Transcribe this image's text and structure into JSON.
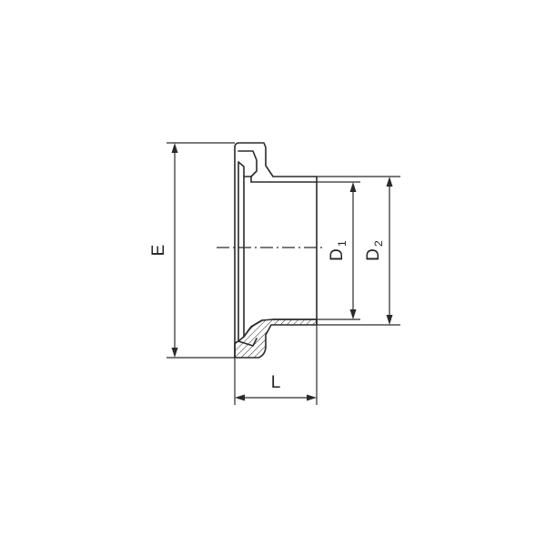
{
  "labels": {
    "E": "E",
    "D1_main": "D",
    "D1_sub": "1",
    "D2_main": "D",
    "D2_sub": "2",
    "L": "L"
  }
}
